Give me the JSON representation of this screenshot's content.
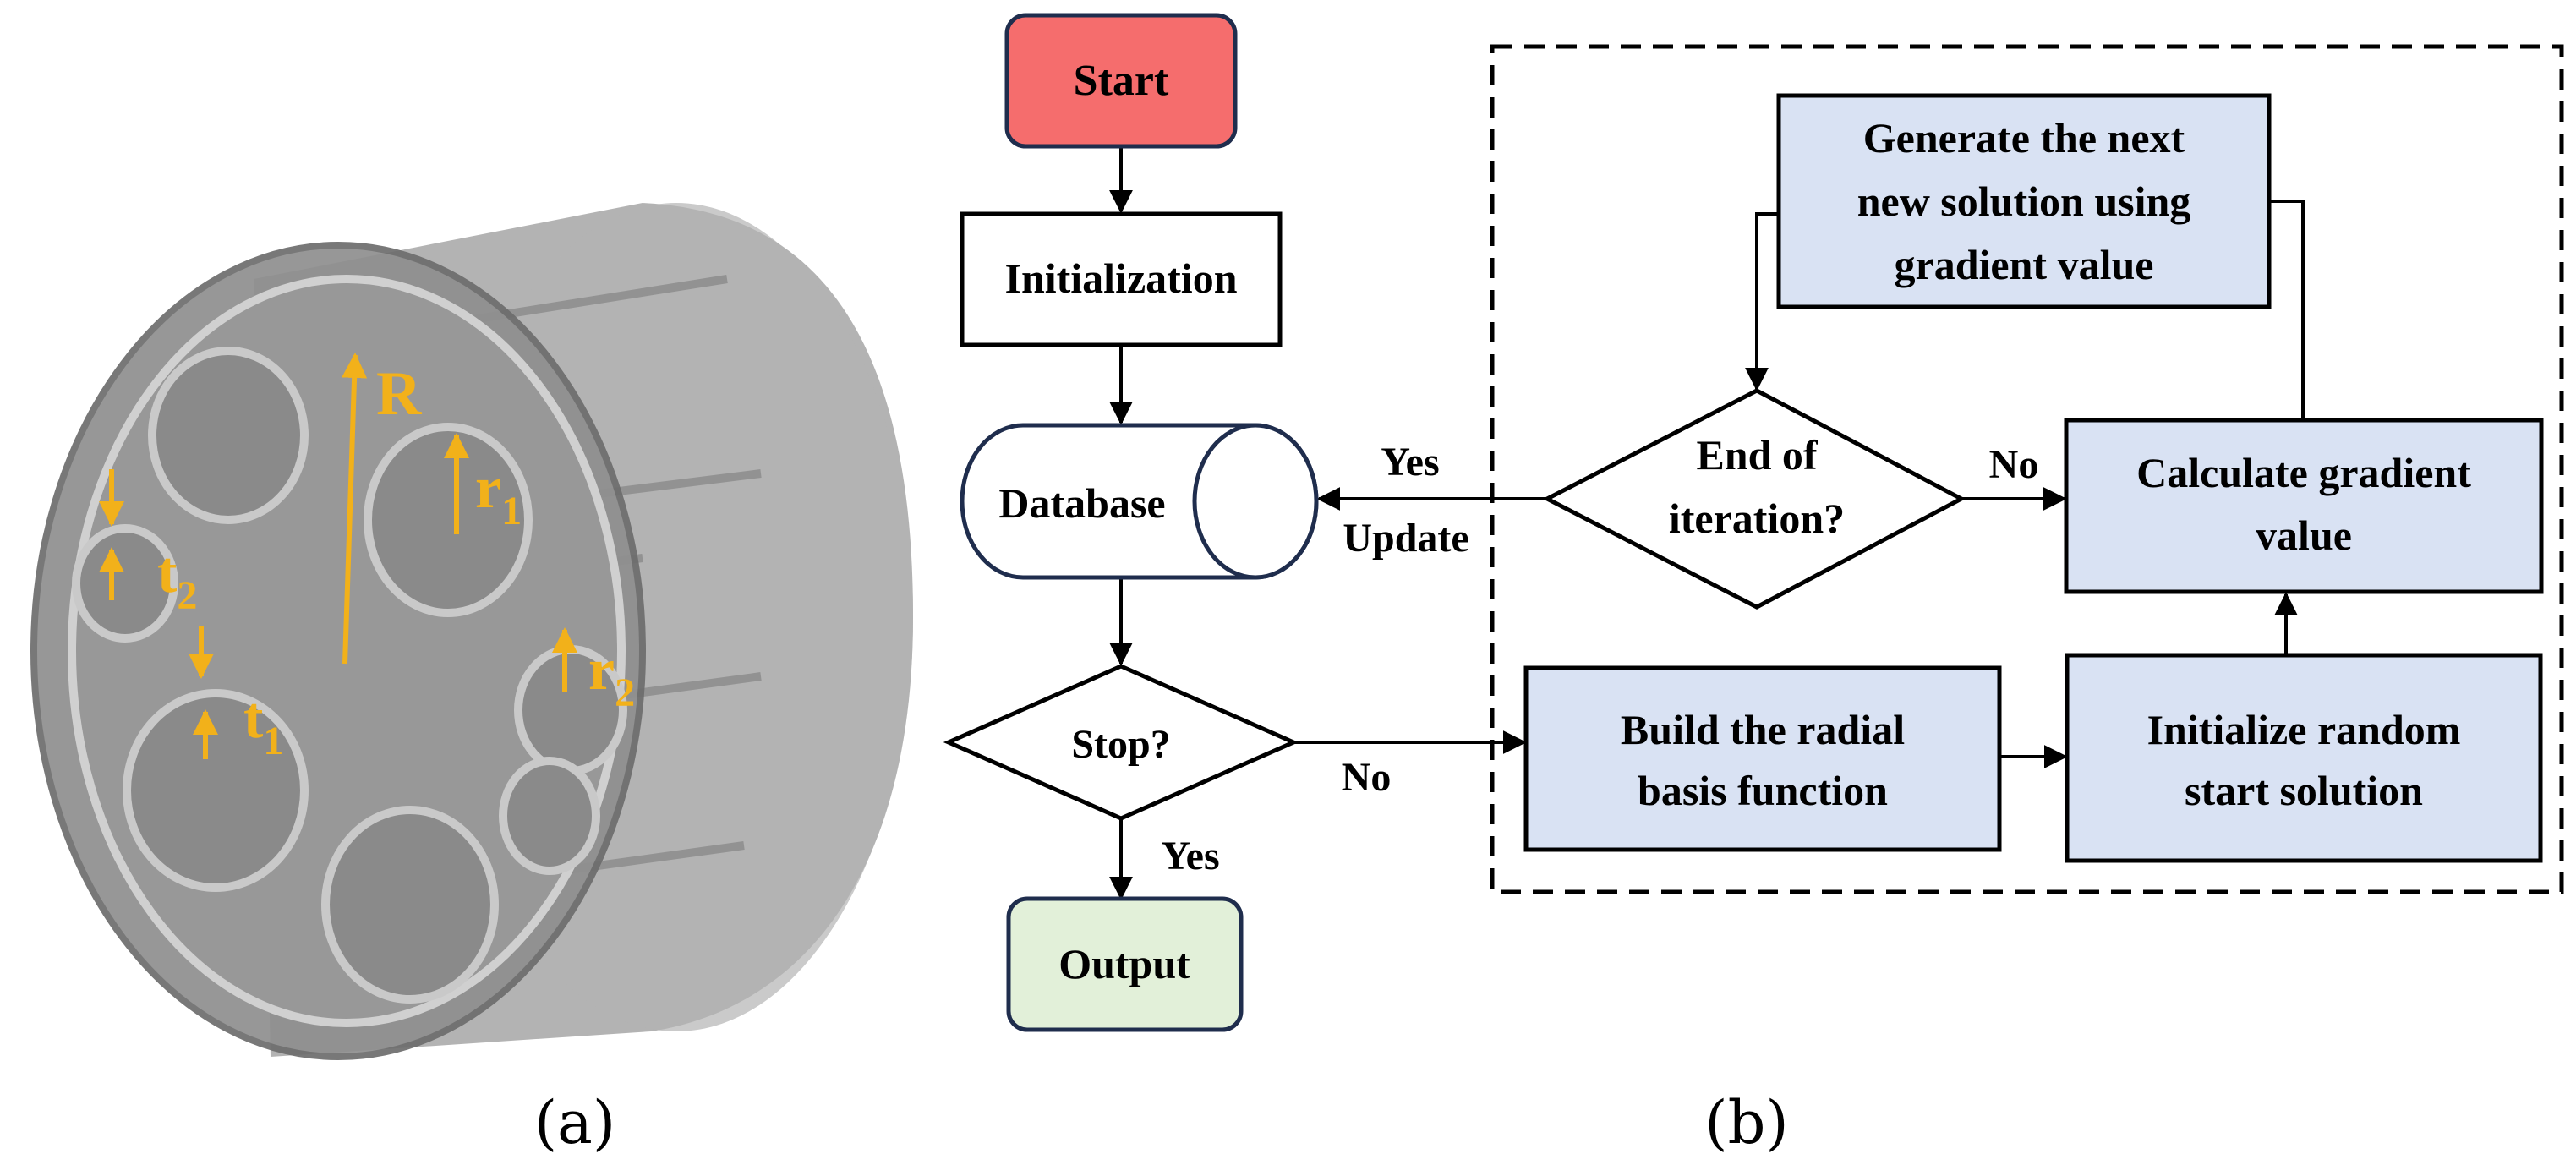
{
  "figure": {
    "panel_a": {
      "caption": "(a)",
      "labels": {
        "R": "R",
        "r1": "r",
        "r1_sub": "1",
        "r2": "r",
        "r2_sub": "2",
        "t1": "t",
        "t1_sub": "1",
        "t2": "t",
        "t2_sub": "2"
      },
      "colors": {
        "annotation": "#F2B11A",
        "body": "#9a9a9a"
      }
    },
    "panel_b": {
      "caption": "(b)",
      "nodes": {
        "start": "Start",
        "init": "Initialization",
        "database": "Database",
        "stop": "Stop?",
        "output": "Output",
        "rbf_line1": "Build the radial",
        "rbf_line2": "basis function",
        "rand_line1": "Initialize random",
        "rand_line2": "start solution",
        "grad_line1": "Calculate gradient",
        "grad_line2": "value",
        "gen_line1": "Generate the next",
        "gen_line2": "new solution using",
        "gen_line3": "gradient value",
        "end_line1": "End of",
        "end_line2": "iteration?"
      },
      "edge_labels": {
        "yes_db": "Yes",
        "update": "Update",
        "no_grad": "No",
        "no_stop": "No",
        "yes_out": "Yes"
      },
      "colors": {
        "start_fill": "#F56D6D",
        "output_fill": "#E2F0D9",
        "process_fill": "#D9E2F3",
        "stroke": "#1F2D4D"
      }
    }
  }
}
